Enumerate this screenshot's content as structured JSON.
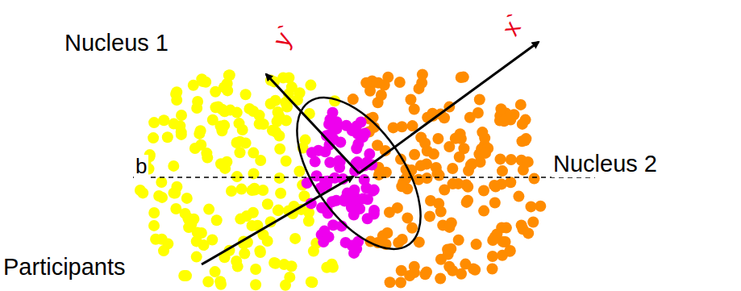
{
  "diagram": {
    "labels": [
      "Nucleus 1",
      "y`",
      "x`",
      "b",
      "Nucleus 2",
      "Participants"
    ]
  }
}
